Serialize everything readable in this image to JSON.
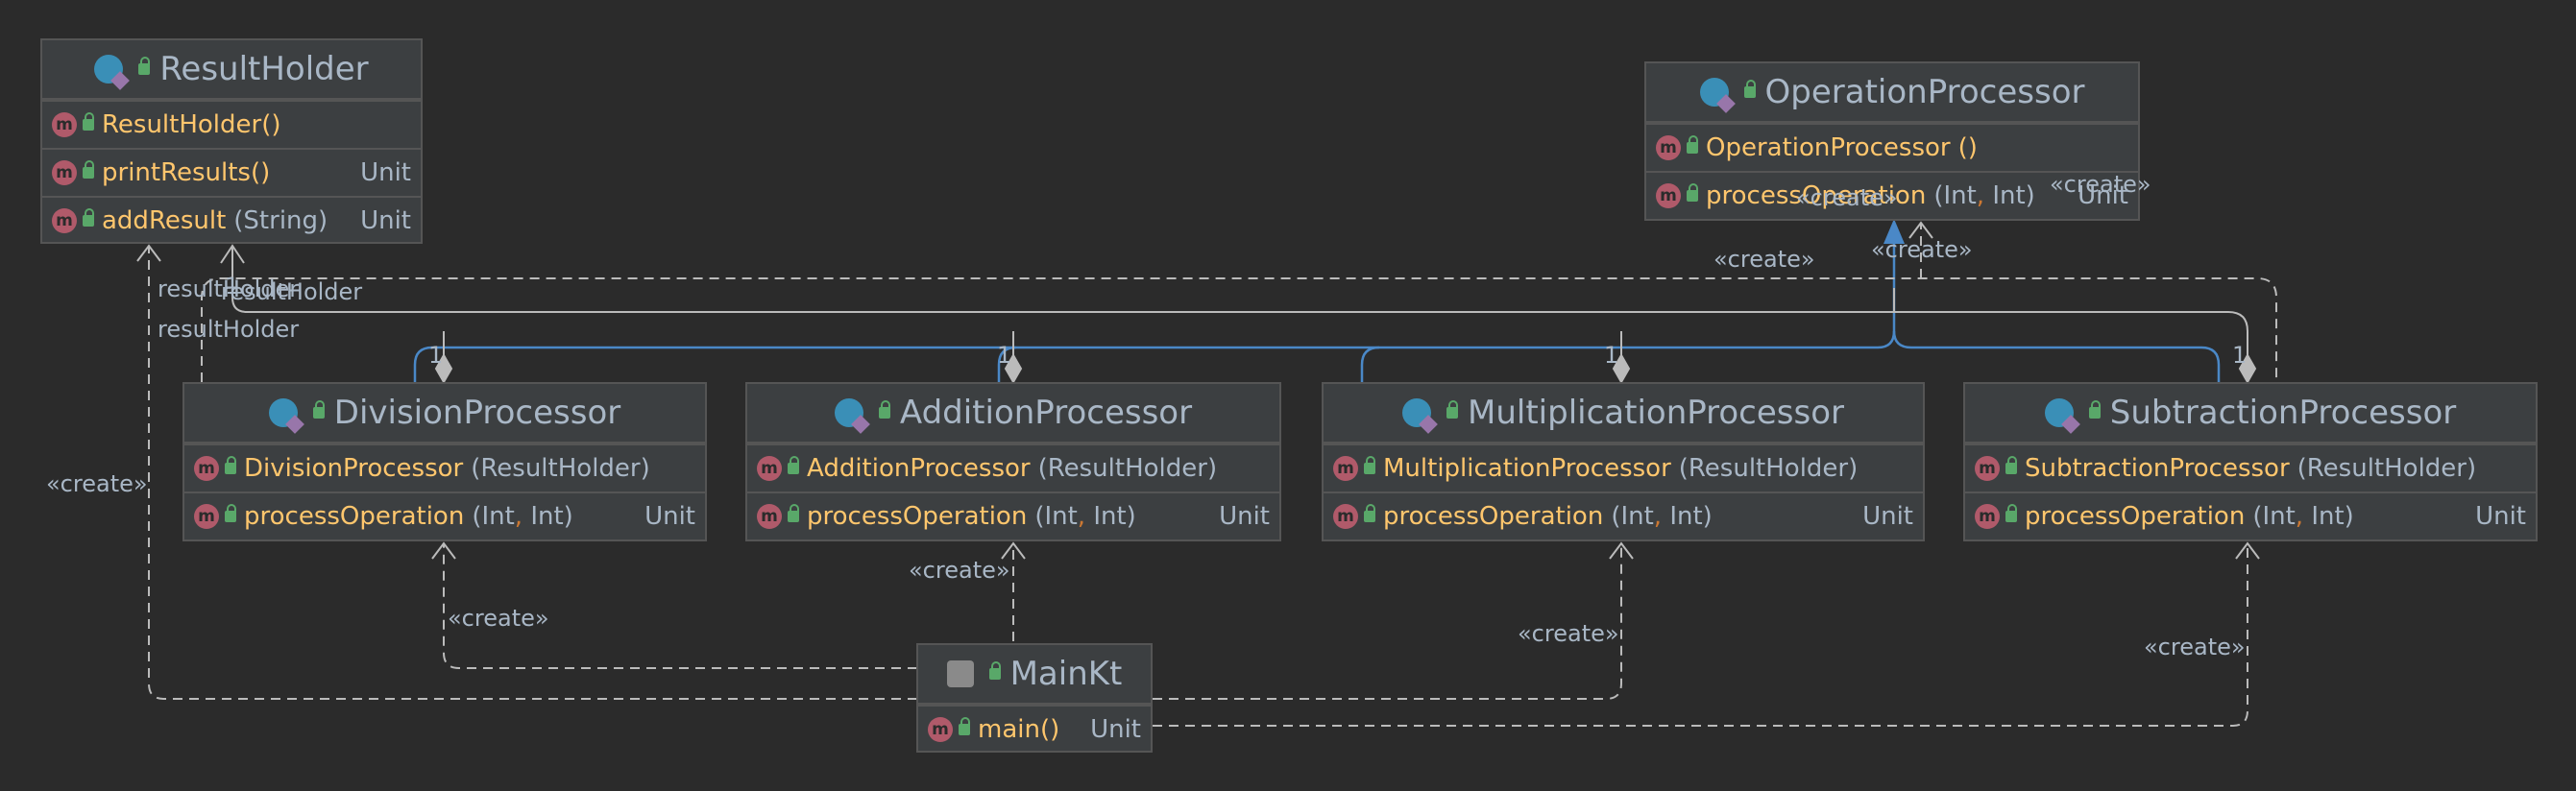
{
  "classes": {
    "result_holder": {
      "title": "ResultHolder",
      "constructor": "ResultHolder",
      "constructor_params": "()",
      "methods": [
        {
          "name": "printResults",
          "params": "()",
          "ret": "Unit"
        },
        {
          "name": "addResult",
          "params": "(String)",
          "ret": "Unit"
        }
      ]
    },
    "operation_processor": {
      "title": "OperationProcessor",
      "constructor": "OperationProcessor",
      "constructor_params": "()",
      "method": {
        "name": "processOperation",
        "p1": "(Int",
        "sep": ",",
        "p2": " Int)",
        "ret": "Unit"
      }
    },
    "division_processor": {
      "title": "DivisionProcessor",
      "constructor": "DivisionProcessor",
      "constructor_params": "(ResultHolder)",
      "method": {
        "name": "processOperation",
        "p1": "(Int",
        "sep": ",",
        "p2": " Int)",
        "ret": "Unit"
      }
    },
    "addition_processor": {
      "title": "AdditionProcessor",
      "constructor": "AdditionProcessor",
      "constructor_params": "(ResultHolder)",
      "method": {
        "name": "processOperation",
        "p1": "(Int",
        "sep": ",",
        "p2": " Int)",
        "ret": "Unit"
      }
    },
    "multiplication_processor": {
      "title": "MultiplicationProcessor",
      "constructor": "MultiplicationProcessor",
      "constructor_params": "(ResultHolder)",
      "method": {
        "name": "processOperation",
        "p1": "(Int",
        "sep": ",",
        "p2": " Int)",
        "ret": "Unit"
      }
    },
    "subtraction_processor": {
      "title": "SubtractionProcessor",
      "constructor": "SubtractionProcessor",
      "constructor_params": "(ResultHolder)",
      "method": {
        "name": "processOperation",
        "p1": "(Int",
        "sep": ",",
        "p2": " Int)",
        "ret": "Unit"
      }
    },
    "main_kt": {
      "title": "MainKt",
      "method": {
        "name": "main",
        "params": "()",
        "ret": "Unit"
      }
    }
  },
  "labels": {
    "create": "«create»",
    "result_holder": "resultHolder",
    "multiplicity_one": "1"
  },
  "icons": {
    "method_badge": "m",
    "class_icon": "class-icon",
    "file_icon": "kotlin-file-icon",
    "lock_icon": "public-lock-icon"
  },
  "colors": {
    "background": "#2b2b2b",
    "box": "#3c3f41",
    "border": "#555555",
    "text": "#a9b7c6",
    "method_name": "#ffc66d",
    "separator": "#cc7832",
    "inheritance": "#4a88c7",
    "dependency": "#bbbbbb"
  }
}
